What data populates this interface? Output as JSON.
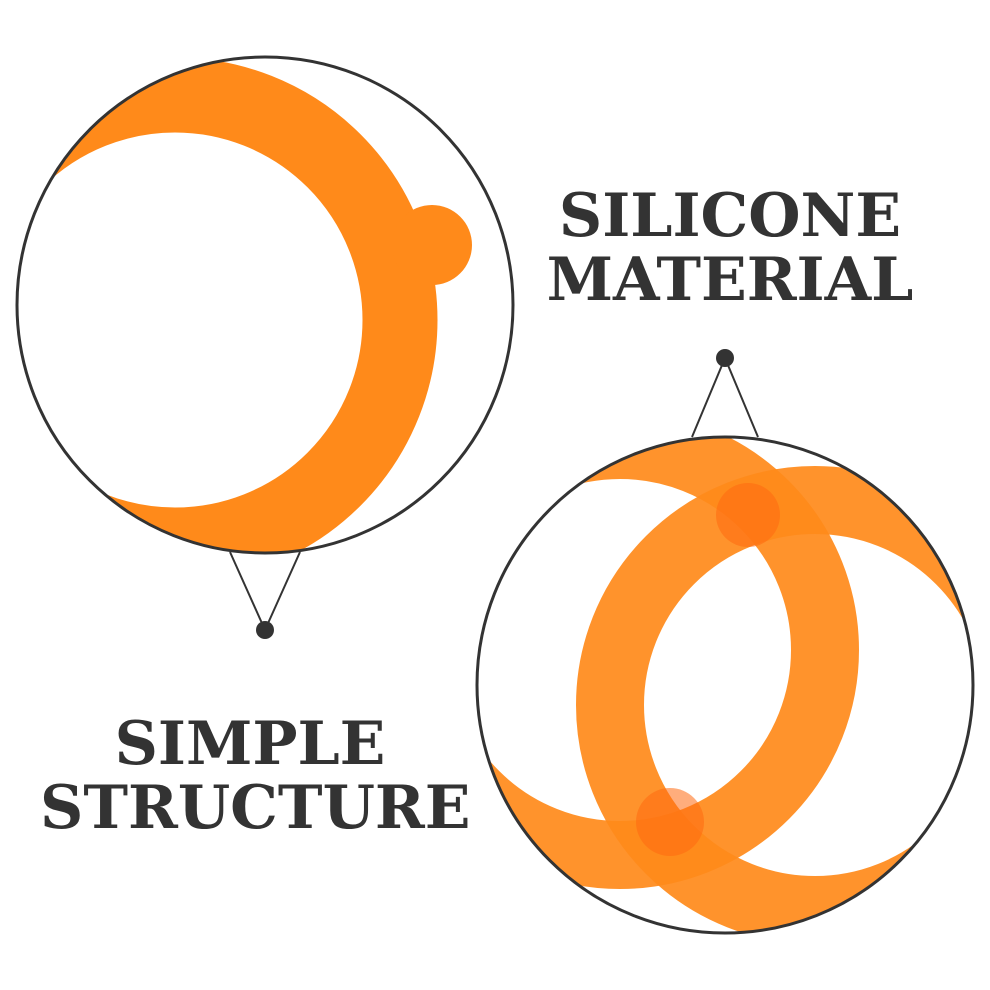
{
  "labels": {
    "top": {
      "line1": "SILICONE",
      "line2": "MATERIAL"
    },
    "bottom": {
      "line1": "SIMPLE",
      "line2": "STRUCTURE"
    }
  },
  "colors": {
    "ring": "#ff8a1a",
    "ring_shade": "#ff7a0f",
    "overlap": "#ff6a10",
    "outline": "#333333",
    "text": "#333333",
    "background": "#ffffff"
  }
}
